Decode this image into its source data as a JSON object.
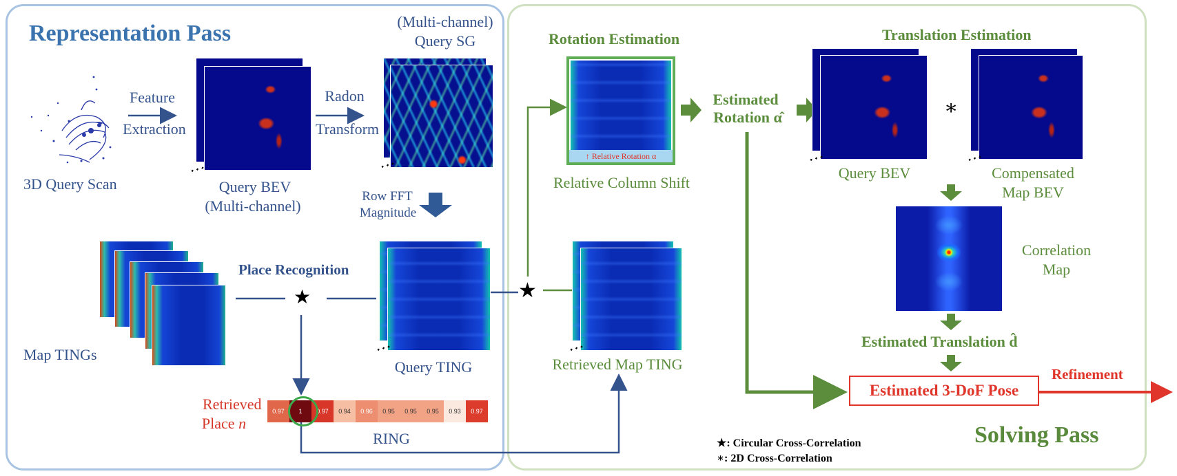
{
  "panels": {
    "representation_title": "Representation Pass",
    "solving_title": "Solving Pass"
  },
  "representation": {
    "scan_label": "3D Query Scan",
    "feature_extraction": [
      "Feature",
      "Extraction"
    ],
    "query_bev": [
      "Query BEV",
      "(Multi-channel)"
    ],
    "radon_transform": [
      "Radon",
      "Transform"
    ],
    "query_sg": [
      "(Multi-channel)",
      "Query SG"
    ],
    "row_fft": [
      "Row FFT",
      "Magnitude"
    ],
    "map_tings": "Map TINGs",
    "place_recognition": "Place Recognition",
    "query_ting": "Query TING",
    "retrieved_place": [
      "Retrieved",
      "Place "
    ],
    "retrieved_place_n": "n",
    "ring_label": "RING",
    "ring_values": [
      "0.97",
      "1",
      "0.97",
      "0.94",
      "0.96",
      "0.95",
      "0.95",
      "0.95",
      "0.93",
      "0.97"
    ]
  },
  "solving": {
    "rotation_estimation": "Rotation Estimation",
    "relative_rotation": "Relative Rotation α",
    "relative_column_shift": "Relative Column Shift",
    "estimated_rotation": [
      "Estimated",
      "Rotation α̂"
    ],
    "translation_estimation": "Translation Estimation",
    "query_bev": "Query BEV",
    "compensated_map_bev": [
      "Compensated",
      "Map BEV"
    ],
    "correlation_map": [
      "Correlation",
      "Map"
    ],
    "estimated_translation": "Estimated Translation d̂",
    "retrieved_map_ting": "Retrieved Map TING",
    "estimated_pose": "Estimated 3-DoF Pose",
    "refinement": "Refinement"
  },
  "legend": {
    "circular": "★: Circular Cross-Correlation",
    "twod": "∗: 2D Cross-Correlation"
  },
  "symbols": {
    "star": "★",
    "asterisk": "∗",
    "ellipsis": "⋰"
  },
  "colors": {
    "rep_border": "#a9c4e2",
    "solve_border": "#cfe1c0",
    "blue_text": "#34538c",
    "green_text": "#5b8d3c",
    "red": "#e0352a"
  }
}
